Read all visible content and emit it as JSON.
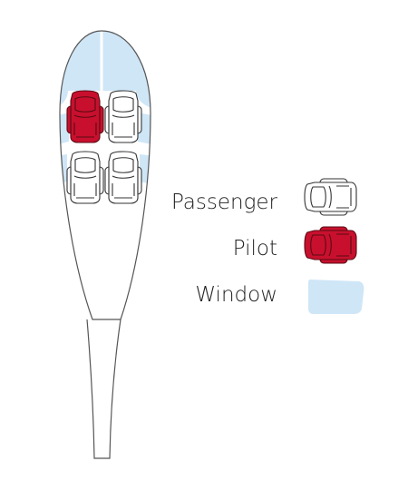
{
  "diagram": {
    "colors": {
      "pilot": "#c8102e",
      "pilot_stroke": "#5a0a12",
      "passenger": "#ffffff",
      "passenger_stroke": "#333333",
      "window": "#cfe6f7",
      "hull_stroke": "#555555"
    },
    "seats": [
      {
        "role": "pilot",
        "row": 1,
        "side": "left"
      },
      {
        "role": "passenger",
        "row": 1,
        "side": "right"
      },
      {
        "role": "passenger",
        "row": 2,
        "side": "left"
      },
      {
        "role": "passenger",
        "row": 2,
        "side": "right"
      }
    ],
    "legend": {
      "passenger_label": "Passenger",
      "pilot_label": "Pilot",
      "window_label": "Window"
    }
  }
}
